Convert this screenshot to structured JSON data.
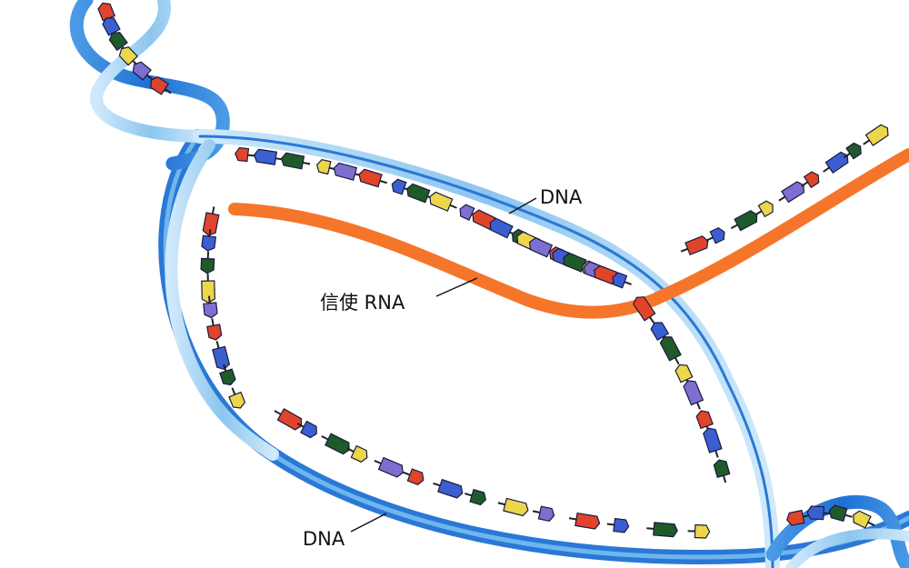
{
  "labels": {
    "dna_top": "DNA",
    "mrna": "信使 RNA",
    "dna_bottom": "DNA"
  },
  "colors": {
    "dna_strand_light": "#9fd0f0",
    "dna_strand_mid": "#5aaee6",
    "dna_strand_dark": "#2a78d6",
    "mrna_strand": "#f5752a",
    "base_blue": "#3b5fd0",
    "base_violet": "#7d6fcf",
    "base_green": "#1f5a2a",
    "base_red": "#e0442a",
    "base_yellow": "#ecd64a"
  }
}
